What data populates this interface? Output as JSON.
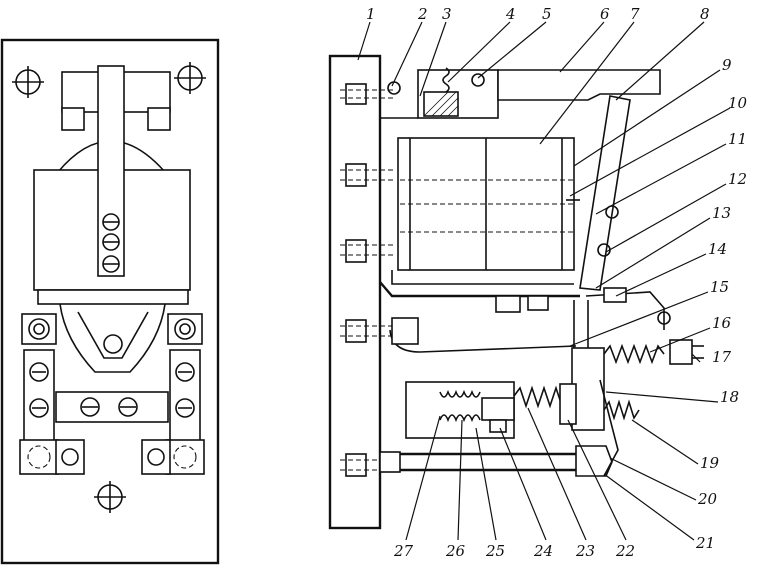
{
  "callouts": {
    "top": [
      "1",
      "2",
      "3",
      "4",
      "5",
      "6",
      "7",
      "8"
    ],
    "right": [
      "9",
      "10",
      "11",
      "12",
      "13",
      "14",
      "15",
      "16",
      "17",
      "18",
      "19",
      "20",
      "21"
    ],
    "bottom": [
      "27",
      "26",
      "25",
      "24",
      "23",
      "22"
    ]
  }
}
